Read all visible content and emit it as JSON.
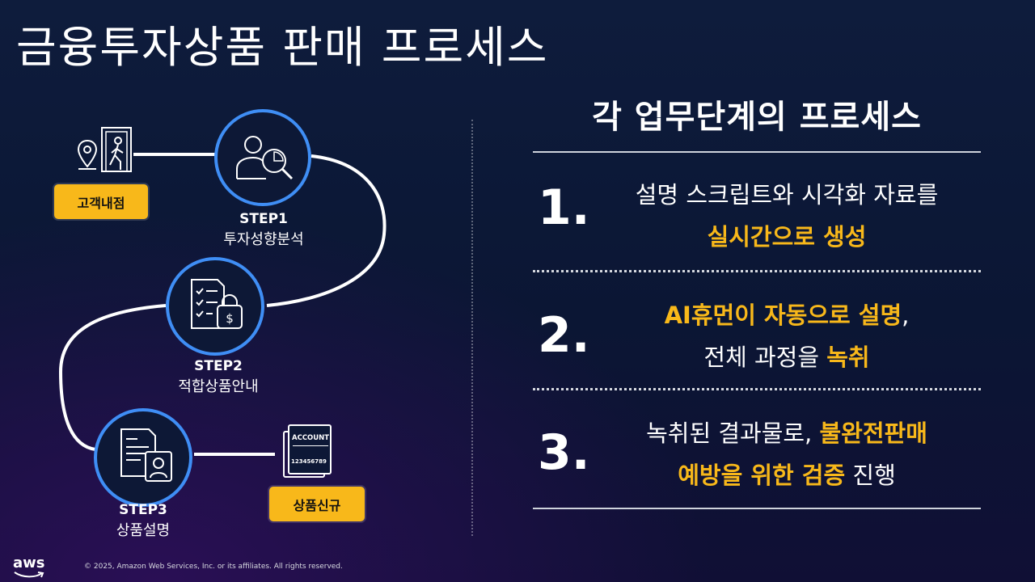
{
  "slide": {
    "title": "금융투자상품 판매 프로세스"
  },
  "diagram": {
    "badges": {
      "branch": "고객내점",
      "new_product": "상품신규"
    },
    "account_card": {
      "label": "ACCOUNT",
      "number": "123456789"
    },
    "steps": [
      {
        "step": "STEP1",
        "name": "투자성향분석"
      },
      {
        "step": "STEP2",
        "name": "적합상품안내"
      },
      {
        "step": "STEP3",
        "name": "상품설명"
      }
    ],
    "icons": [
      "location-pin-icon",
      "person-entering-door-icon",
      "person-chart-magnifier-icon",
      "checklist-shopping-bag-icon",
      "document-person-icon",
      "account-card-icon"
    ]
  },
  "panel": {
    "title": "각 업무단계의 프로세스",
    "items": [
      {
        "number": "1.",
        "line1_plain": "설명 스크립트와 시각화 자료를",
        "line2_highlight": "실시간으로 생성"
      },
      {
        "number": "2.",
        "line1_highlight": "AI휴먼이 자동으로 설명",
        "line1_plain": ",",
        "line2_plain": "전체 과정을 ",
        "line2_highlight": "녹취"
      },
      {
        "number": "3.",
        "line1_plain": "녹취된 결과물로, ",
        "line1_highlight": "불완전판매",
        "line2_highlight": "예방을 위한 검증",
        "line2_plain": " 진행"
      }
    ]
  },
  "footer": {
    "logo": "aws",
    "copyright": "© 2025, Amazon Web Services, Inc. or its affiliates. All rights reserved."
  },
  "colors": {
    "accent": "#f8b81a",
    "circle_border": "#3f8ef5",
    "background": "#0e1c3c"
  }
}
